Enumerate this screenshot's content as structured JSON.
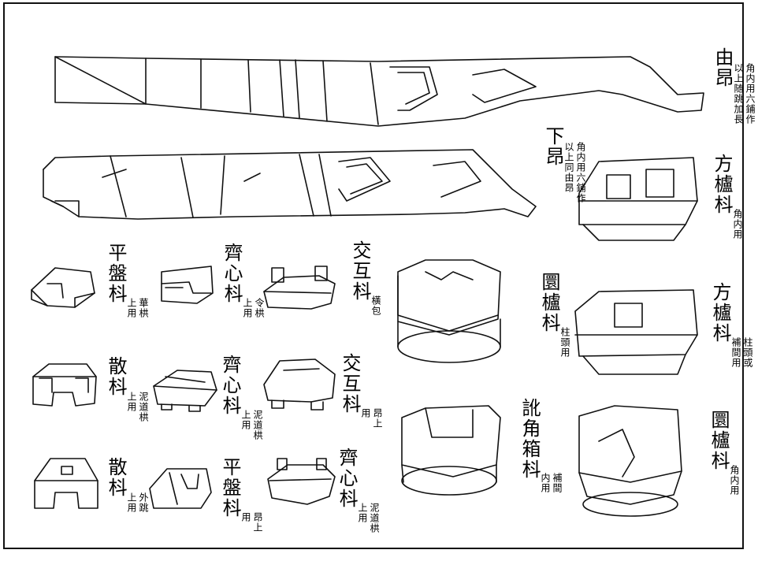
{
  "labels": {
    "you_ang": {
      "name": "由昂",
      "note": [
        "角内用六鋪作",
        "以上随跳加長"
      ]
    },
    "xia_ang": {
      "name": "下昂",
      "note": [
        "角内用六鋪作",
        "以上同由昂"
      ]
    },
    "fang_ludou_corner": {
      "name": "方櫨枓",
      "note": [
        "角内用"
      ]
    },
    "yuan_ludou_column": {
      "name": "圜櫨枓",
      "note": [
        "柱頭用"
      ]
    },
    "fang_ludou_column": {
      "name": "方櫨枓",
      "note": [
        "柱頭或",
        "補間用"
      ]
    },
    "yuan_ludou_corner": {
      "name": "圜櫨枓",
      "note": [
        "角内用"
      ]
    },
    "ejiao_xiangdou": {
      "name": "訛角箱枓",
      "note": [
        "補間",
        "内用"
      ]
    },
    "jiaohu_hengbao": {
      "name": "交互枓",
      "note": [
        "橫包"
      ]
    },
    "jiaohu_angshang": {
      "name": "交互枓",
      "note": [
        "昂上",
        "用"
      ]
    },
    "qixin_nidao_r": {
      "name": "齊心枓",
      "note": [
        "泥道栱",
        "上用"
      ]
    },
    "qixin_linggong": {
      "name": "齊心枓",
      "note": [
        "令栱",
        "上用"
      ]
    },
    "qixin_nidao_m": {
      "name": "齊心枓",
      "note": [
        "泥道栱",
        "上用"
      ]
    },
    "pingpan_angshang": {
      "name": "平盤枓",
      "note": [
        "昂上",
        "用"
      ]
    },
    "pingpan_huagong": {
      "name": "平盤枓",
      "note": [
        "華栱",
        "上用"
      ]
    },
    "san_nidao": {
      "name": "散枓",
      "note": [
        "泥道栱",
        "上用"
      ]
    },
    "san_waitiao": {
      "name": "散枓",
      "note": [
        "外跳",
        "上用"
      ]
    }
  }
}
